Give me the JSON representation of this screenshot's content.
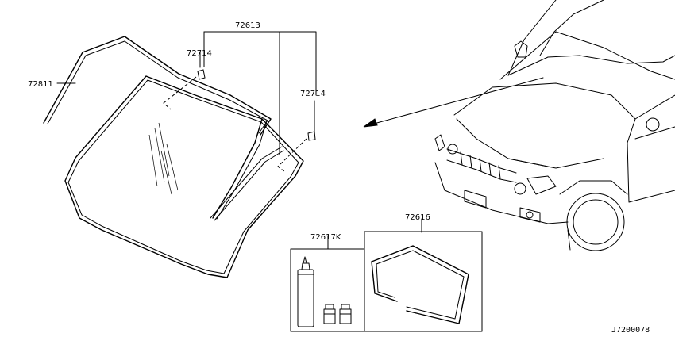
{
  "diagram": {
    "parts": {
      "molding_outer": "72811",
      "windshield_group": "72613",
      "clip_left": "72714",
      "clip_right": "72714",
      "adhesive_kit": "72617K",
      "dam_rubber": "72616"
    },
    "reference_code": "J7200078"
  }
}
